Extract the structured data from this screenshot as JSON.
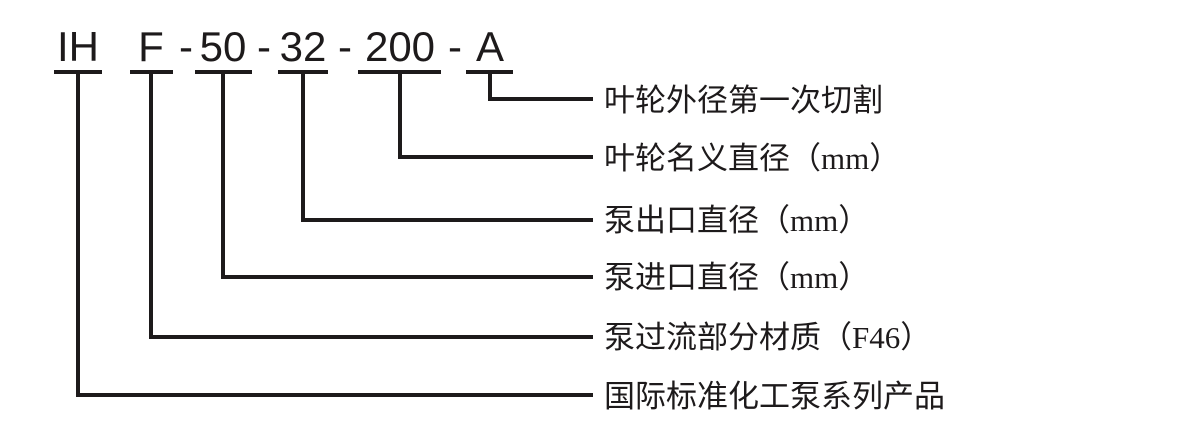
{
  "colors": {
    "ink": "#1d1a1b",
    "background": "#ffffff"
  },
  "model_code": {
    "separator": "-",
    "segments": [
      {
        "code": "IH",
        "meaning": "国际标准化工泵系列产品"
      },
      {
        "code": "F",
        "meaning": "泵过流部分材质（F46）"
      },
      {
        "code": "50",
        "meaning": "泵进口直径（mm）"
      },
      {
        "code": "32",
        "meaning": "泵出口直径（mm）"
      },
      {
        "code": "200",
        "meaning": "叶轮名义直径（mm）"
      },
      {
        "code": "A",
        "meaning": "叶轮外径第一次切割"
      }
    ]
  }
}
